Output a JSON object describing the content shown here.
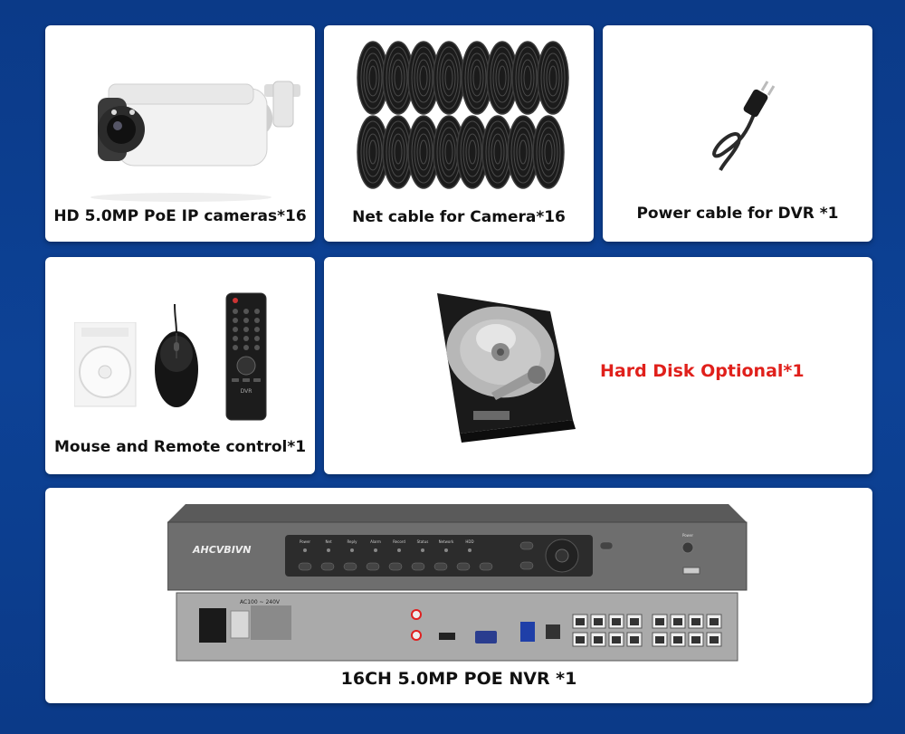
{
  "items": {
    "cameras": {
      "label": "HD 5.0MP PoE IP cameras*16"
    },
    "net_cable": {
      "label": "Net cable for Camera*16"
    },
    "power_cable": {
      "label": "Power cable for DVR *1"
    },
    "mouse_remote": {
      "label": "Mouse and Remote control*1",
      "remote_text": "DVR"
    },
    "hard_disk": {
      "label": "Hard Disk Optional*1",
      "label_color": "#e0201b"
    },
    "nvr": {
      "label": "16CH 5.0MP POE NVR *1",
      "brand": "AHCVBIVN",
      "power_rating": "AC100 ~ 240V",
      "front_labels": [
        "Power",
        "Net",
        "Reply",
        "Alarm",
        "Record",
        "Status",
        "Network",
        "HDD"
      ],
      "power_label": "Power"
    }
  },
  "colors": {
    "background": "#0c3d8d",
    "card": "#ffffff",
    "accent": "#e0201b"
  }
}
